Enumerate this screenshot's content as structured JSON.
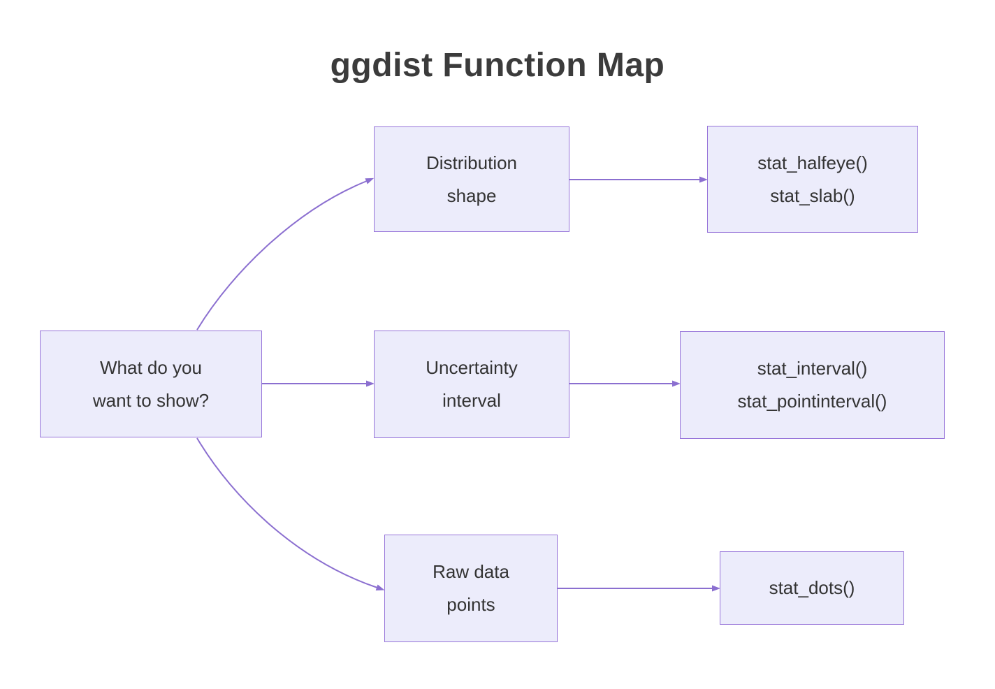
{
  "title": "ggdist Function Map",
  "nodes": {
    "root": {
      "line1": "What do you",
      "line2": "want to show?"
    },
    "distribution_shape": {
      "line1": "Distribution",
      "line2": "shape"
    },
    "uncertainty_interval": {
      "line1": "Uncertainty",
      "line2": "interval"
    },
    "raw_data_points": {
      "line1": "Raw data",
      "line2": "points"
    },
    "stat_halfeye": {
      "line1": "stat_halfeye()",
      "line2": "stat_slab()"
    },
    "stat_interval": {
      "line1": "stat_interval()",
      "line2": "stat_pointinterval()"
    },
    "stat_dots": {
      "line1": "stat_dots()"
    }
  },
  "colors": {
    "node-fill": "#ECECFB",
    "node-border": "#9673D9",
    "arrow": "#8B6FD0",
    "title-color": "#3B3B3B",
    "text-color": "#333333"
  }
}
